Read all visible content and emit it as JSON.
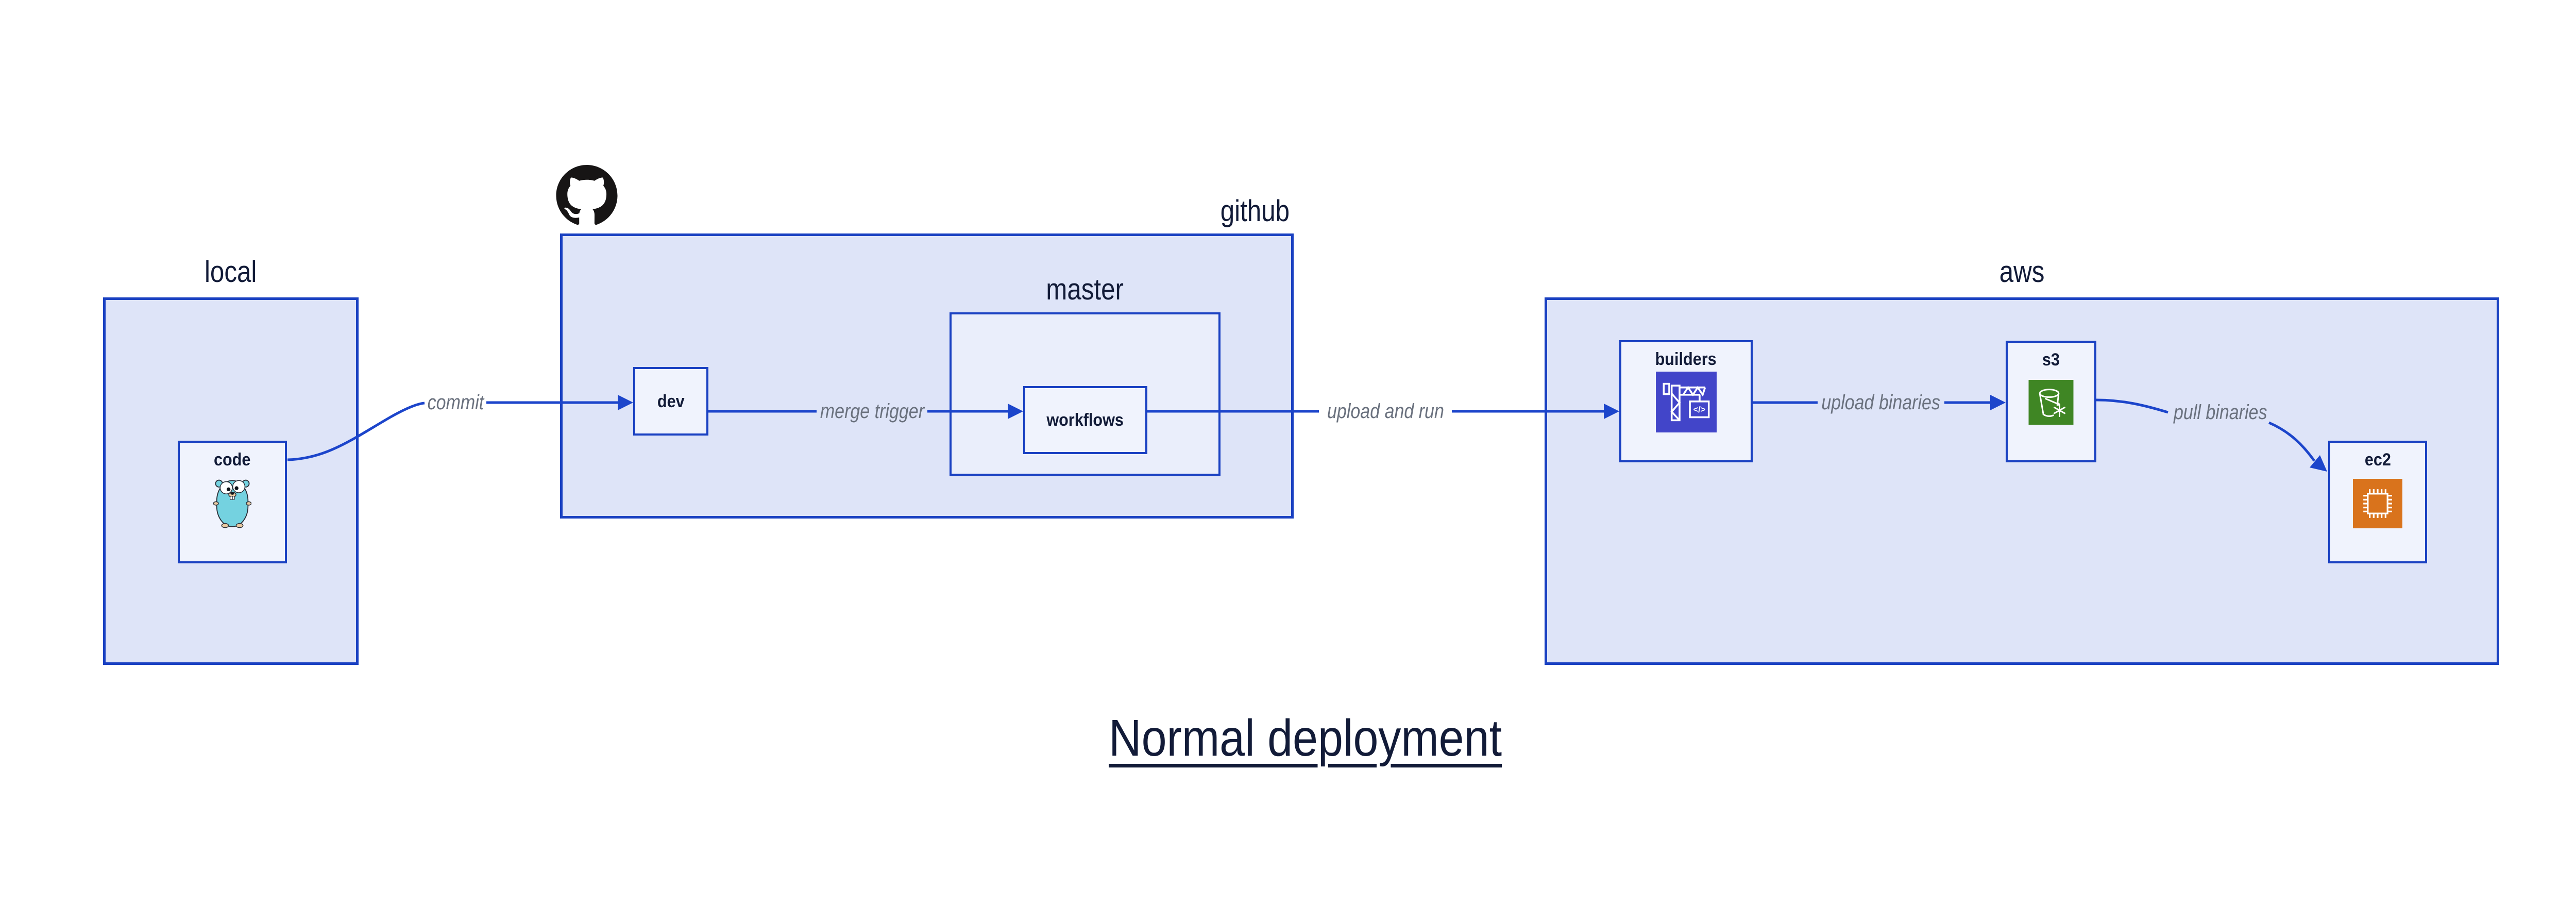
{
  "title": {
    "text": "Normal deployment"
  },
  "containers": {
    "local": {
      "label": "local"
    },
    "github": {
      "label": "github"
    },
    "master": {
      "label": "master"
    },
    "aws": {
      "label": "aws"
    }
  },
  "nodes": {
    "code": {
      "label": "code"
    },
    "dev": {
      "label": "dev"
    },
    "workflows": {
      "label": "workflows"
    },
    "builders": {
      "label": "builders"
    },
    "s3": {
      "label": "s3"
    },
    "ec2": {
      "label": "ec2"
    }
  },
  "edges": {
    "commit": {
      "label": "commit"
    },
    "merge_trigger": {
      "label": "merge trigger"
    },
    "upload_and_run": {
      "label": "upload and run"
    },
    "upload_binaries": {
      "label": "upload binaries"
    },
    "pull_binaries": {
      "label": "pull binaries"
    }
  },
  "icons": {
    "github_logo": "github-octocat",
    "code_node": "go-gopher",
    "builders_node": "codebuild-crane",
    "builders_glyph": "</>",
    "s3_node": "s3-glacier-bucket-snowflake",
    "ec2_node": "ec2-chip"
  },
  "colors": {
    "canvas_bg": "#ffffff",
    "container_fill": "#dee4f8",
    "nested_fill": "#eaeefb",
    "node_fill": "#f0f3fd",
    "stroke": "#1a41c2",
    "edge": "#1c45cb",
    "label_navy": "#121b38",
    "edge_label": "#6a717e",
    "builders_bg": "#4245c9",
    "s3_bg": "#3f8624",
    "ec2_bg": "#d9731c",
    "gopher_teal": "#74d2e0",
    "gopher_tan": "#e9c9a1",
    "github_black": "#171515"
  }
}
